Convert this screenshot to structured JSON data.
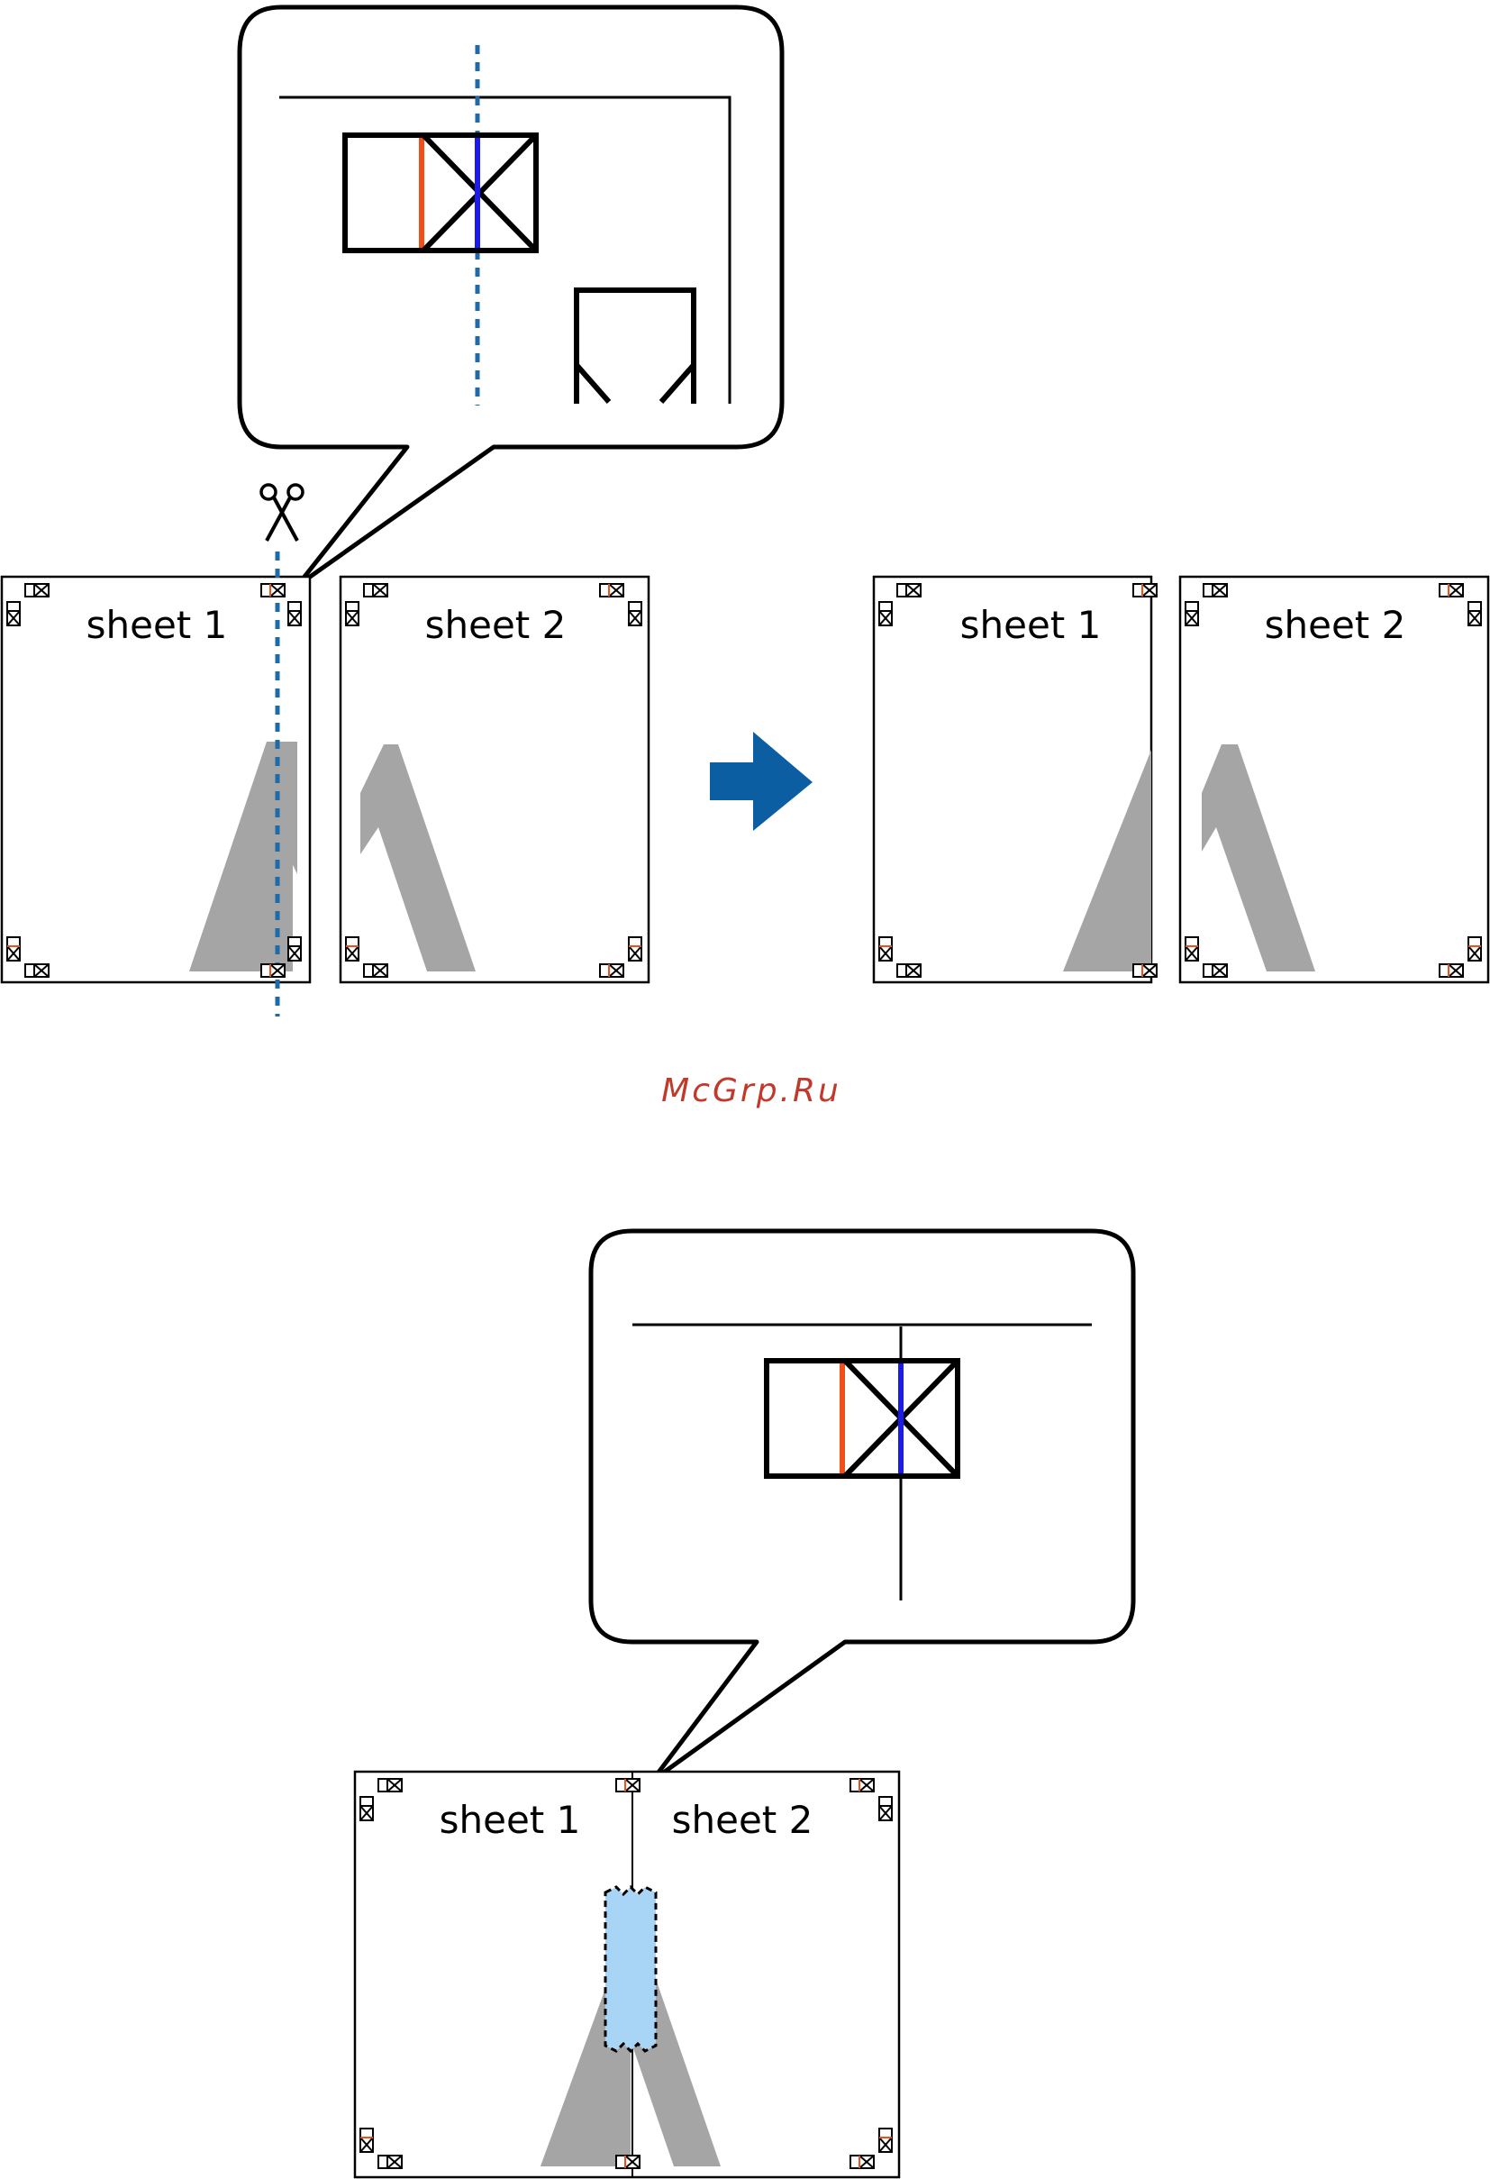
{
  "diagram": {
    "step_top": {
      "before": {
        "sheet1_label": "sheet 1",
        "sheet2_label": "sheet 2"
      },
      "after": {
        "sheet1_label": "sheet 1",
        "sheet2_label": "sheet 2"
      }
    },
    "step_bottom": {
      "sheet1_label": "sheet 1",
      "sheet2_label": "sheet 2"
    },
    "watermark": "McGrp.Ru",
    "icons": [
      "scissors-icon",
      "arrow-right-icon"
    ]
  },
  "colors": {
    "cut_line": "#1f6aa8",
    "arrow": "#0c5ea3",
    "orange_mark": "#f04e1a",
    "blue_mark": "#1b1bf0",
    "figure_gray": "#a5a5a5",
    "overlap_fill": "#a8d4f5",
    "watermark": "#c0392b"
  }
}
